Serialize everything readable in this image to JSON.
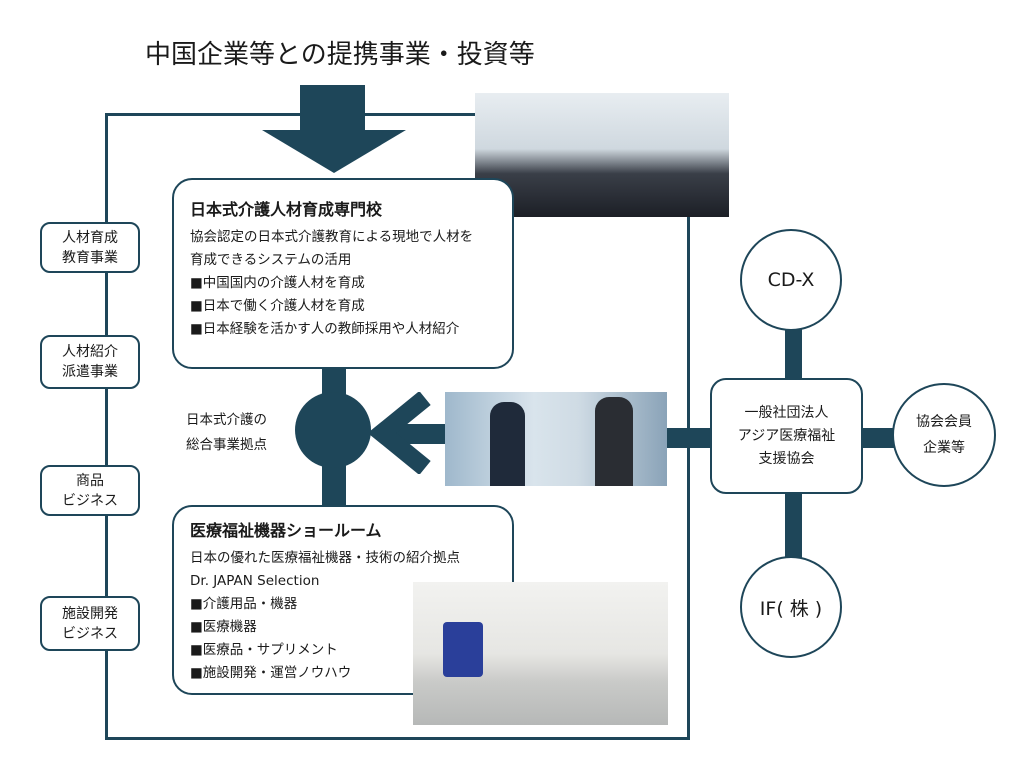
{
  "title": "中国企業等との提携事業・投資等",
  "side_boxes": [
    {
      "lines": [
        "人材育成",
        "教育事業"
      ]
    },
    {
      "lines": [
        "人材紹介",
        "派遣事業"
      ]
    },
    {
      "lines": [
        "商品",
        "ビジネス"
      ]
    },
    {
      "lines": [
        "施設開発",
        "ビジネス"
      ]
    }
  ],
  "school": {
    "title": "日本式介護人材育成専門校",
    "lines": [
      "協会認定の日本式介護教育による現地で人材を",
      "育成できるシステムの活用",
      "■中国国内の介護人材を育成",
      "■日本で働く介護人材を育成",
      "■日本経験を活かす人の教師採用や人材紹介"
    ]
  },
  "hub_label": [
    "日本式介護の",
    "総合事業拠点"
  ],
  "showroom": {
    "title": "医療福祉機器ショールーム",
    "lines": [
      "日本の優れた医療福祉機器・技術の紹介拠点",
      "Dr. JAPAN Selection",
      "■介護用品・機器",
      "■医療機器",
      "■医療品・サプリメント",
      "■施設開発・運営ノウハウ"
    ]
  },
  "association": [
    "一般社団法人",
    "アジア医療福祉",
    "支援協会"
  ],
  "circles": {
    "top": "CD-X",
    "bottom": "IF( 株 )",
    "right": [
      "協会会員",
      "企業等"
    ]
  },
  "colors": {
    "accent": "#1e4659"
  }
}
